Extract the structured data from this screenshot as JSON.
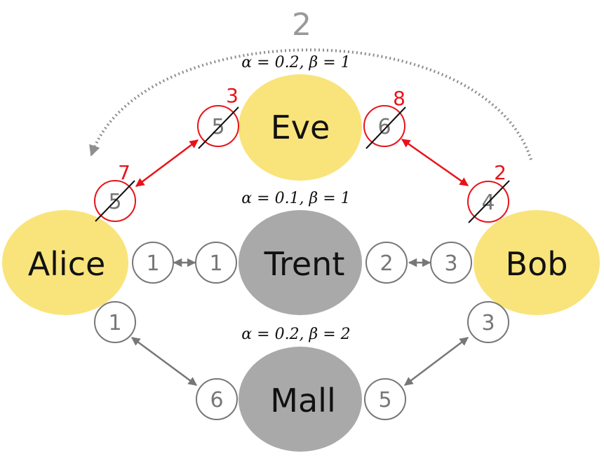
{
  "colors": {
    "honest": "#f9e47b",
    "other": "#a9a9a9",
    "updated": "#e8131a",
    "neutral": "#777777",
    "dotted": "#8f8f8f"
  },
  "loop_label": "2",
  "nodes": {
    "alice": "Alice",
    "eve": "Eve",
    "trent": "Trent",
    "bob": "Bob",
    "mall": "Mall"
  },
  "params": {
    "eve": "α = 0.2, β = 1",
    "trent": "α = 0.1, β = 1",
    "mall": "α = 0.2, β = 2"
  },
  "badges": {
    "alice_eve": {
      "old": "5",
      "new": "7"
    },
    "eve_alice": {
      "old": "5",
      "new": "3"
    },
    "eve_bob": {
      "old": "6",
      "new": "8"
    },
    "bob_eve": {
      "old": "4",
      "new": "2"
    },
    "alice_trent": "1",
    "trent_alice": "1",
    "trent_bob": "2",
    "bob_trent": "3",
    "alice_mall": "1",
    "mall_alice": "6",
    "mall_bob": "5",
    "bob_mall": "3"
  }
}
